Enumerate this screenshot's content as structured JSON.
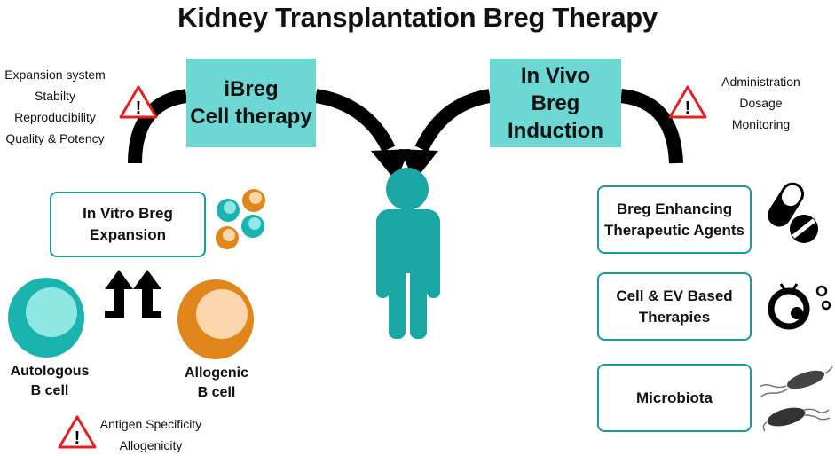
{
  "title": "Kidney Transplantation Breg Therapy",
  "left_branch": {
    "box_line1": "iBreg",
    "box_line2": "Cell therapy",
    "warnings": [
      "Expansion system",
      "Stabilty",
      "Reproducibility",
      "Quality & Potency"
    ],
    "expansion_line1": "In Vitro Breg",
    "expansion_line2": "Expansion",
    "autologous_line1": "Autologous",
    "autologous_line2": "B cell",
    "allogenic_line1": "Allogenic",
    "allogenic_line2": "B cell",
    "bottom_warnings": [
      "Antigen Specificity",
      "Allogenicity"
    ]
  },
  "right_branch": {
    "box_line1": "In Vivo",
    "box_line2": "Breg Induction",
    "warnings": [
      "Administration",
      "Dosage",
      "Monitoring"
    ],
    "agents_line1": "Breg Enhancing",
    "agents_line2": "Therapeutic Agents",
    "cell_line1": "Cell & EV Based",
    "cell_line2": "Therapies",
    "microbiota": "Microbiota"
  },
  "colors": {
    "teal_box": "#6dd7d4",
    "person": "#1aa6a3",
    "autologous_cell": "#1bb3ad",
    "allogenic_cell": "#e0861a",
    "warning_red": "#e02222",
    "outline": "#1a9c98"
  },
  "icons": [
    "warning-triangle-icon",
    "person-icon",
    "pill-capsule-icon",
    "cell-vesicle-icon",
    "bacteria-icon",
    "up-arrow-icon"
  ]
}
